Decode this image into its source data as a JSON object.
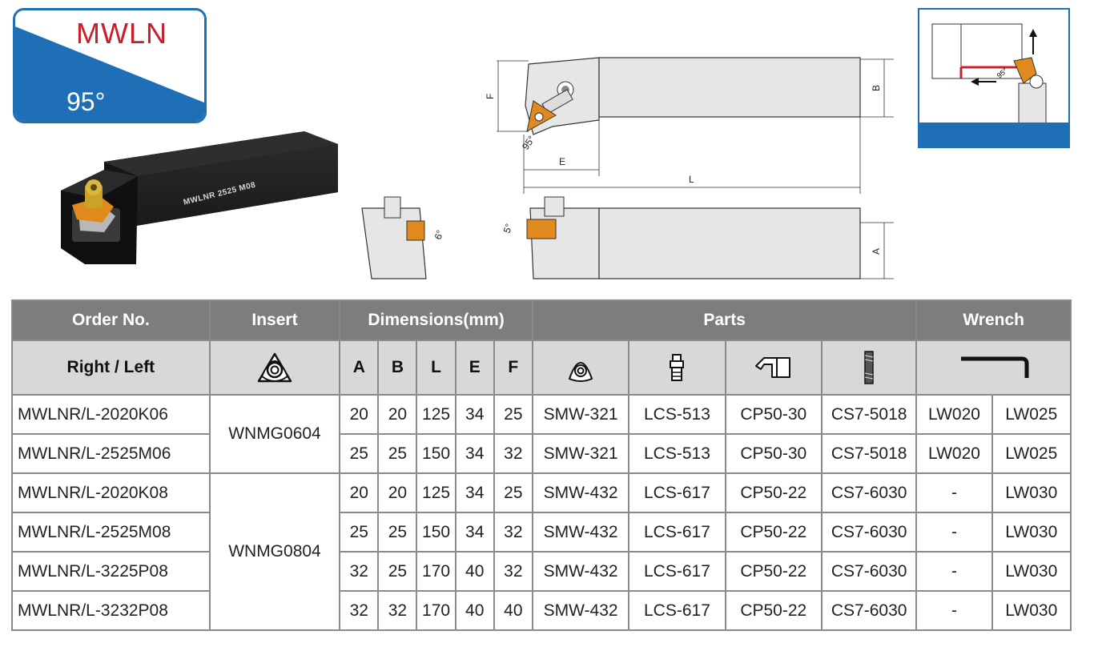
{
  "badge": {
    "name": "MWLN",
    "angle": "95°"
  },
  "tool_marking": "MWLNR 2525 M08",
  "drawing_labels": {
    "F": "F",
    "B": "B",
    "E": "E",
    "L": "L",
    "A": "A",
    "angle_95": "95°",
    "angle_6": "6°",
    "angle_5": "5°"
  },
  "mini_diagram": {
    "angle": "95°"
  },
  "colors": {
    "brand_blue": "#1f6fb6",
    "badge_red": "#c8202a",
    "insert_orange": "#e08a1e",
    "header_dark": "#7d7d7d",
    "header_light": "#d8d8d8"
  },
  "table": {
    "group_headers": {
      "order_no": "Order No.",
      "insert": "Insert",
      "dimensions": "Dimensions(mm)",
      "parts": "Parts",
      "wrench": "Wrench"
    },
    "sub_headers": {
      "right_left": "Right / Left",
      "insert_icon": "insert-icon",
      "dims": [
        "A",
        "B",
        "L",
        "E",
        "F"
      ],
      "part_icons": [
        "shim-icon",
        "lock-pin-icon",
        "clamp-icon",
        "screw-icon"
      ],
      "wrench_icon": "hex-wrench-icon"
    },
    "insert_groups": [
      {
        "insert": "WNMG0604",
        "rows": [
          {
            "order": "MWLNR/L-2020K06",
            "A": "20",
            "B": "20",
            "L": "125",
            "E": "34",
            "F": "25",
            "shim": "SMW-321",
            "pin": "LCS-513",
            "clamp": "CP50-30",
            "screw": "CS7-5018",
            "wrench1": "LW020",
            "wrench2": "LW025"
          },
          {
            "order": "MWLNR/L-2525M06",
            "A": "25",
            "B": "25",
            "L": "150",
            "E": "34",
            "F": "32",
            "shim": "SMW-321",
            "pin": "LCS-513",
            "clamp": "CP50-30",
            "screw": "CS7-5018",
            "wrench1": "LW020",
            "wrench2": "LW025"
          }
        ]
      },
      {
        "insert": "WNMG0804",
        "rows": [
          {
            "order": "MWLNR/L-2020K08",
            "A": "20",
            "B": "20",
            "L": "125",
            "E": "34",
            "F": "25",
            "shim": "SMW-432",
            "pin": "LCS-617",
            "clamp": "CP50-22",
            "screw": "CS7-6030",
            "wrench1": "-",
            "wrench2": "LW030"
          },
          {
            "order": "MWLNR/L-2525M08",
            "A": "25",
            "B": "25",
            "L": "150",
            "E": "34",
            "F": "32",
            "shim": "SMW-432",
            "pin": "LCS-617",
            "clamp": "CP50-22",
            "screw": "CS7-6030",
            "wrench1": "-",
            "wrench2": "LW030"
          },
          {
            "order": "MWLNR/L-3225P08",
            "A": "32",
            "B": "25",
            "L": "170",
            "E": "40",
            "F": "32",
            "shim": "SMW-432",
            "pin": "LCS-617",
            "clamp": "CP50-22",
            "screw": "CS7-6030",
            "wrench1": "-",
            "wrench2": "LW030"
          },
          {
            "order": "MWLNR/L-3232P08",
            "A": "32",
            "B": "32",
            "L": "170",
            "E": "40",
            "F": "40",
            "shim": "SMW-432",
            "pin": "LCS-617",
            "clamp": "CP50-22",
            "screw": "CS7-6030",
            "wrench1": "-",
            "wrench2": "LW030"
          }
        ]
      }
    ]
  }
}
